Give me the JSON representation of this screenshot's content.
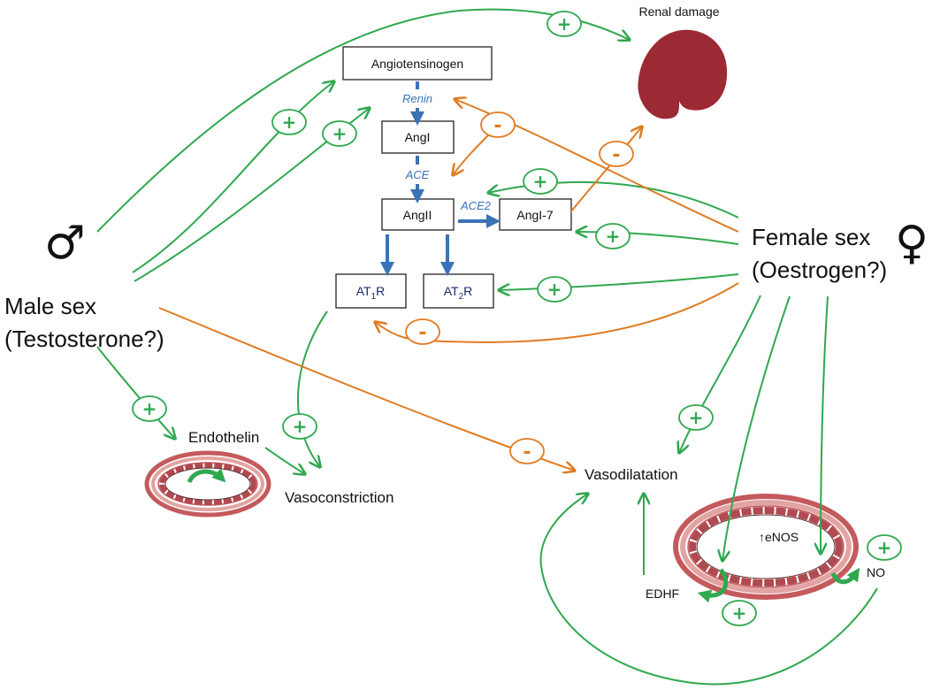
{
  "nodes": {
    "angiotensinogen": "Angiotensinogen",
    "angI": "AngI",
    "angII": "AngII",
    "ang17": "AngI-7",
    "at1r_main": "AT",
    "at1r_sub": "1",
    "at1r_end": "R",
    "at2r_main": "AT",
    "at2r_sub": "2",
    "at2r_end": "R"
  },
  "enzymes": {
    "renin": "Renin",
    "ace": "ACE",
    "ace2": "ACE2"
  },
  "labels": {
    "renal_damage": "Renal damage",
    "male_line1": "Male sex",
    "male_line2": "(Testosterone?)",
    "female_line1": "Female sex",
    "female_line2": "(Oestrogen?)",
    "endothelin": "Endothelin",
    "vasoconstriction": "Vasoconstriction",
    "vasodilatation": "Vasodilatation",
    "enos": "↑eNOS",
    "edhf": "EDHF",
    "no": "NO"
  },
  "symbols": {
    "male": "♂",
    "female": "♀",
    "plus": "+",
    "minus": "-"
  },
  "colors": {
    "stimulatory": "#2fa84f",
    "inhibitory": "#e07b22",
    "pathway": "#3a73b5",
    "kidney": "#9b2a35",
    "vessel": "#c45a5c"
  }
}
